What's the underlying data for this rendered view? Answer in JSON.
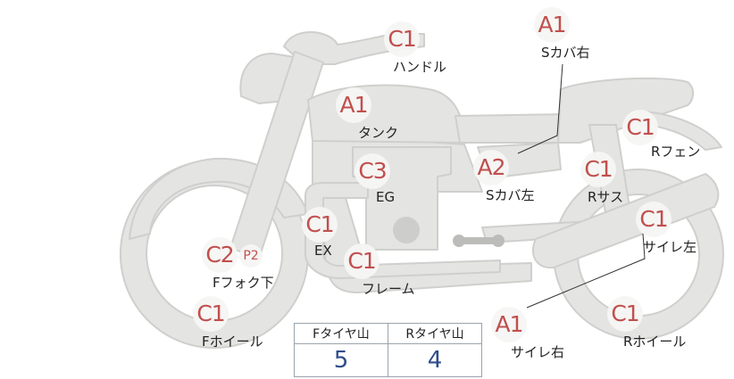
{
  "colors": {
    "grade": "#c0504d",
    "part_fill": "#e4e4e2",
    "part_stroke": "#cfcfcd",
    "tread_value": "#2f4d8a"
  },
  "parts": {
    "handle": {
      "grade": "C1",
      "label": "ハンドル"
    },
    "side_cover_r": {
      "grade": "A1",
      "label": "Sカバ右"
    },
    "tank": {
      "grade": "A1",
      "label": "タンク"
    },
    "r_fender": {
      "grade": "C1",
      "label": "Rフェン"
    },
    "engine": {
      "grade": "C3",
      "label": "EG"
    },
    "side_cover_l": {
      "grade": "A2",
      "label": "Sカバ左"
    },
    "r_suspension": {
      "grade": "C1",
      "label": "Rサス"
    },
    "exhaust": {
      "grade": "C1",
      "label": "EX"
    },
    "silencer_l": {
      "grade": "C1",
      "label": "サイレ左"
    },
    "f_fork": {
      "grade": "C2",
      "extra": "P2",
      "label": "Fフォク下"
    },
    "frame": {
      "grade": "C1",
      "label": "フレーム"
    },
    "f_wheel": {
      "grade": "C1",
      "label": "Fホイール"
    },
    "silencer_r": {
      "grade": "A1",
      "label": "サイレ右"
    },
    "r_wheel": {
      "grade": "C1",
      "label": "Rホイール"
    }
  },
  "tread": {
    "front_header": "Fタイヤ山",
    "rear_header": "Rタイヤ山",
    "front_value": "5",
    "rear_value": "4"
  }
}
